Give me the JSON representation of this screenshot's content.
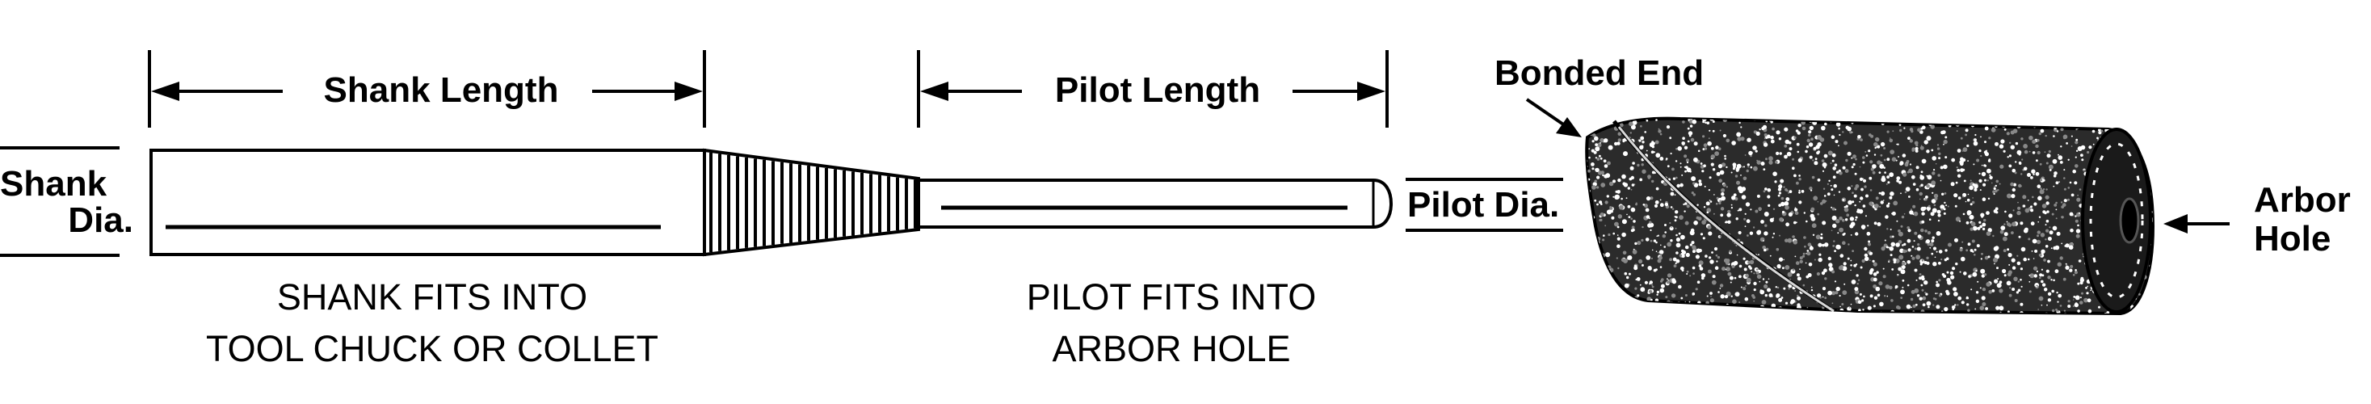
{
  "labels": {
    "shank_length": "Shank Length",
    "pilot_length": "Pilot Length",
    "bonded_end": "Bonded End",
    "shank_dia_line1": "Shank",
    "shank_dia_line2": "Dia.",
    "pilot_dia": "Pilot Dia.",
    "arbor_hole_line1": "Arbor",
    "arbor_hole_line2": "Hole",
    "shank_caption_line1": "SHANK FITS INTO",
    "shank_caption_line2": "TOOL CHUCK OR COLLET",
    "pilot_caption_line1": "PILOT FITS INTO",
    "pilot_caption_line2": "ARBOR HOLE"
  },
  "colors": {
    "ink": "#000000",
    "paper": "#ffffff"
  }
}
